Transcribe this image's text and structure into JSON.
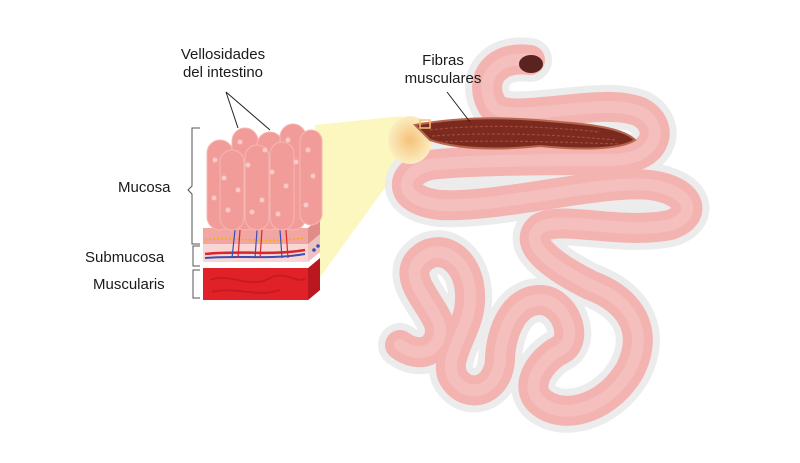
{
  "labels": {
    "villi_line1": "Vellosidades",
    "villi_line2": "del intestino",
    "fibers_line1": "Fibras",
    "fibers_line2": "musculares",
    "mucosa": "Mucosa",
    "submucosa": "Submucosa",
    "muscularis": "Muscularis"
  },
  "colors": {
    "intestine_fill": "#f3b3b1",
    "intestine_outline": "#ececec",
    "villi_fill": "#f29c9a",
    "villi_dots": "#f8c9c6",
    "submucosa_band": "#f7d6d4",
    "vessel_red": "#d8262b",
    "vessel_blue": "#3a4fb3",
    "muscle_red": "#e12128",
    "fiber_dark": "#6b1f17",
    "highlight_yellow": "#fbf6b4",
    "highlight_orange": "#f6c17a"
  }
}
